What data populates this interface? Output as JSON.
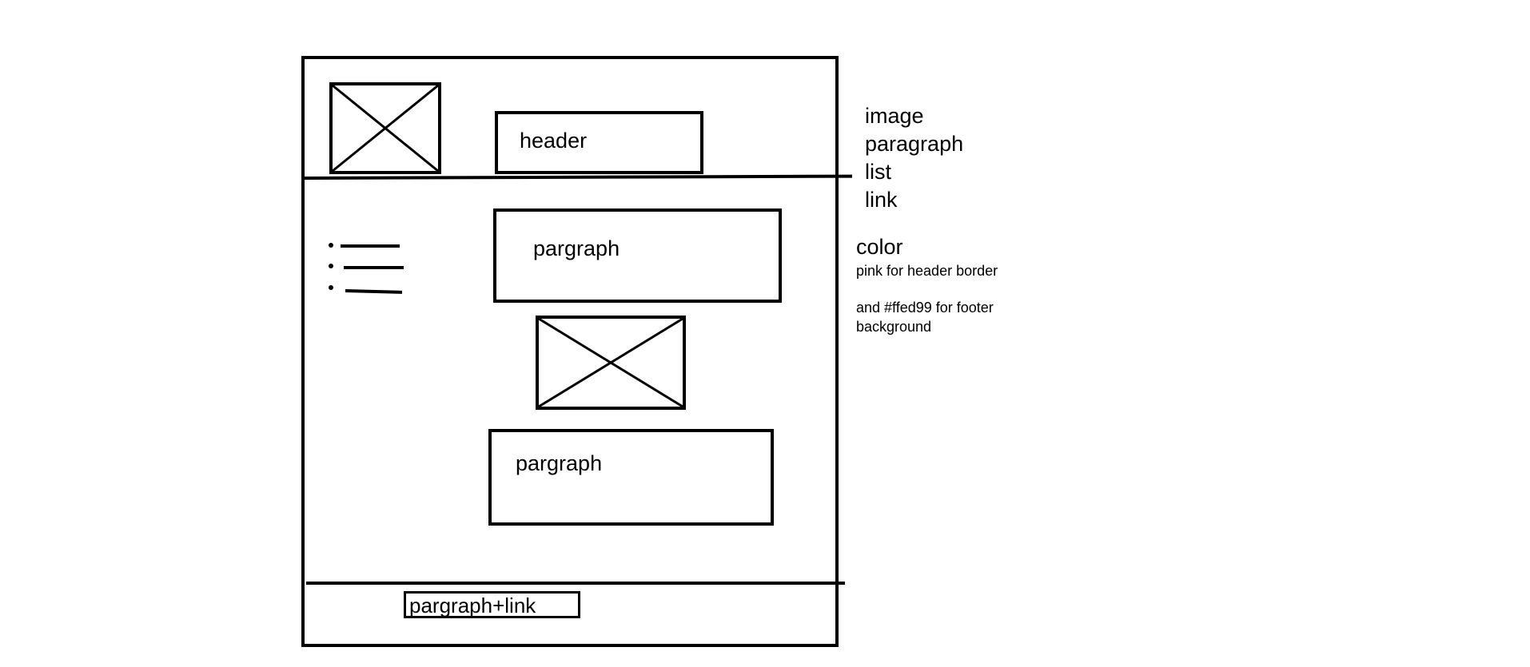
{
  "wireframe": {
    "header_label": "header",
    "paragraph_label_1": "pargraph",
    "paragraph_label_2": "pargraph",
    "footer_label": "pargraph+link"
  },
  "notes": {
    "elements": [
      "image",
      "paragraph",
      "list",
      "link"
    ],
    "color_heading": "color",
    "color_line_1": "pink for header border",
    "color_line_2": "and #ffed99 for footer",
    "color_line_3": "background"
  }
}
